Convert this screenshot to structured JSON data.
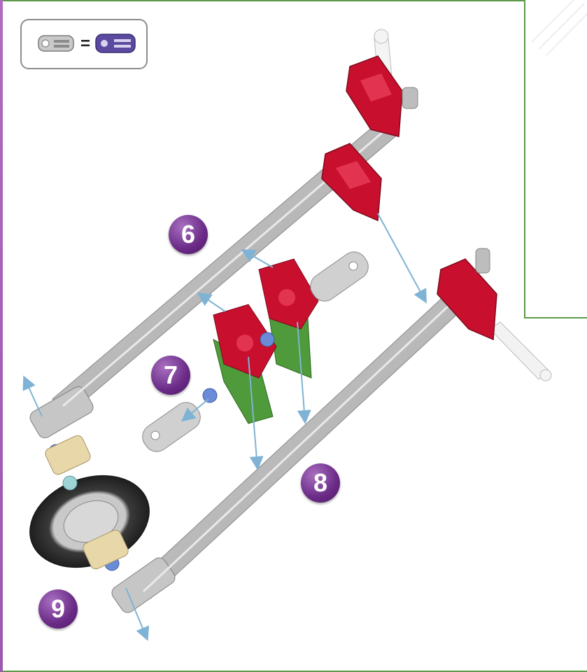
{
  "legend": {
    "equals": "=",
    "left_icon": "gray-connector-icon",
    "right_icon": "purple-connector-icon"
  },
  "steps": [
    {
      "label": "6"
    },
    {
      "label": "7"
    },
    {
      "label": "8"
    },
    {
      "label": "9"
    }
  ],
  "colors": {
    "rod_gray": "#b8b8b8",
    "connector_red": "#c8102e",
    "connector_green": "#4f9a3a",
    "connector_blue": "#6a8cd8",
    "arrow_blue": "#7fb3d5",
    "badge_purple": "#6a2a86",
    "frame_green": "#5a9a4a",
    "tan_part": "#e8d7a8",
    "tire_dark": "#2b2b2b"
  }
}
